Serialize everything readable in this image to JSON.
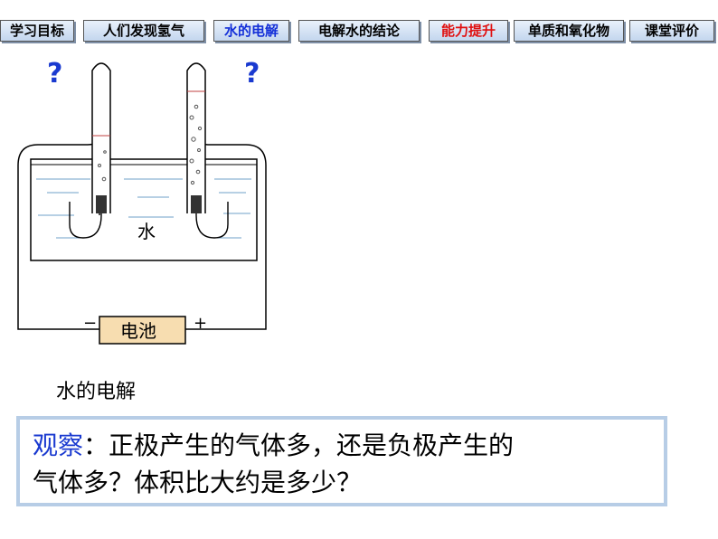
{
  "nav": {
    "tabs": [
      {
        "label": "学习目标",
        "state": "normal"
      },
      {
        "label": "人们发现氢气",
        "state": "normal"
      },
      {
        "label": "水的电解",
        "state": "active"
      },
      {
        "label": "电解水的结论",
        "state": "normal"
      },
      {
        "label": "能力提升",
        "state": "highlight"
      },
      {
        "label": "单质和氧化物",
        "state": "normal"
      },
      {
        "label": "课堂评价",
        "state": "normal"
      }
    ]
  },
  "diagram": {
    "question_left": "?",
    "question_right": "?",
    "water_label": "水",
    "battery_label": "电池",
    "minus_sign": "−",
    "plus_sign": "+"
  },
  "caption": "水的电解",
  "observation": {
    "label": "观察",
    "colon": "：",
    "line1_rest": "正极产生的气体多，还是负极产生的",
    "line2": "气体多？体积比大约是多少？"
  },
  "colors": {
    "accent_blue": "#1a3ad0",
    "highlight_red": "#e01010",
    "water_line": "#6fa0c8",
    "battery_fill": "#f7ddb0",
    "electrode_dark": "#333333"
  }
}
